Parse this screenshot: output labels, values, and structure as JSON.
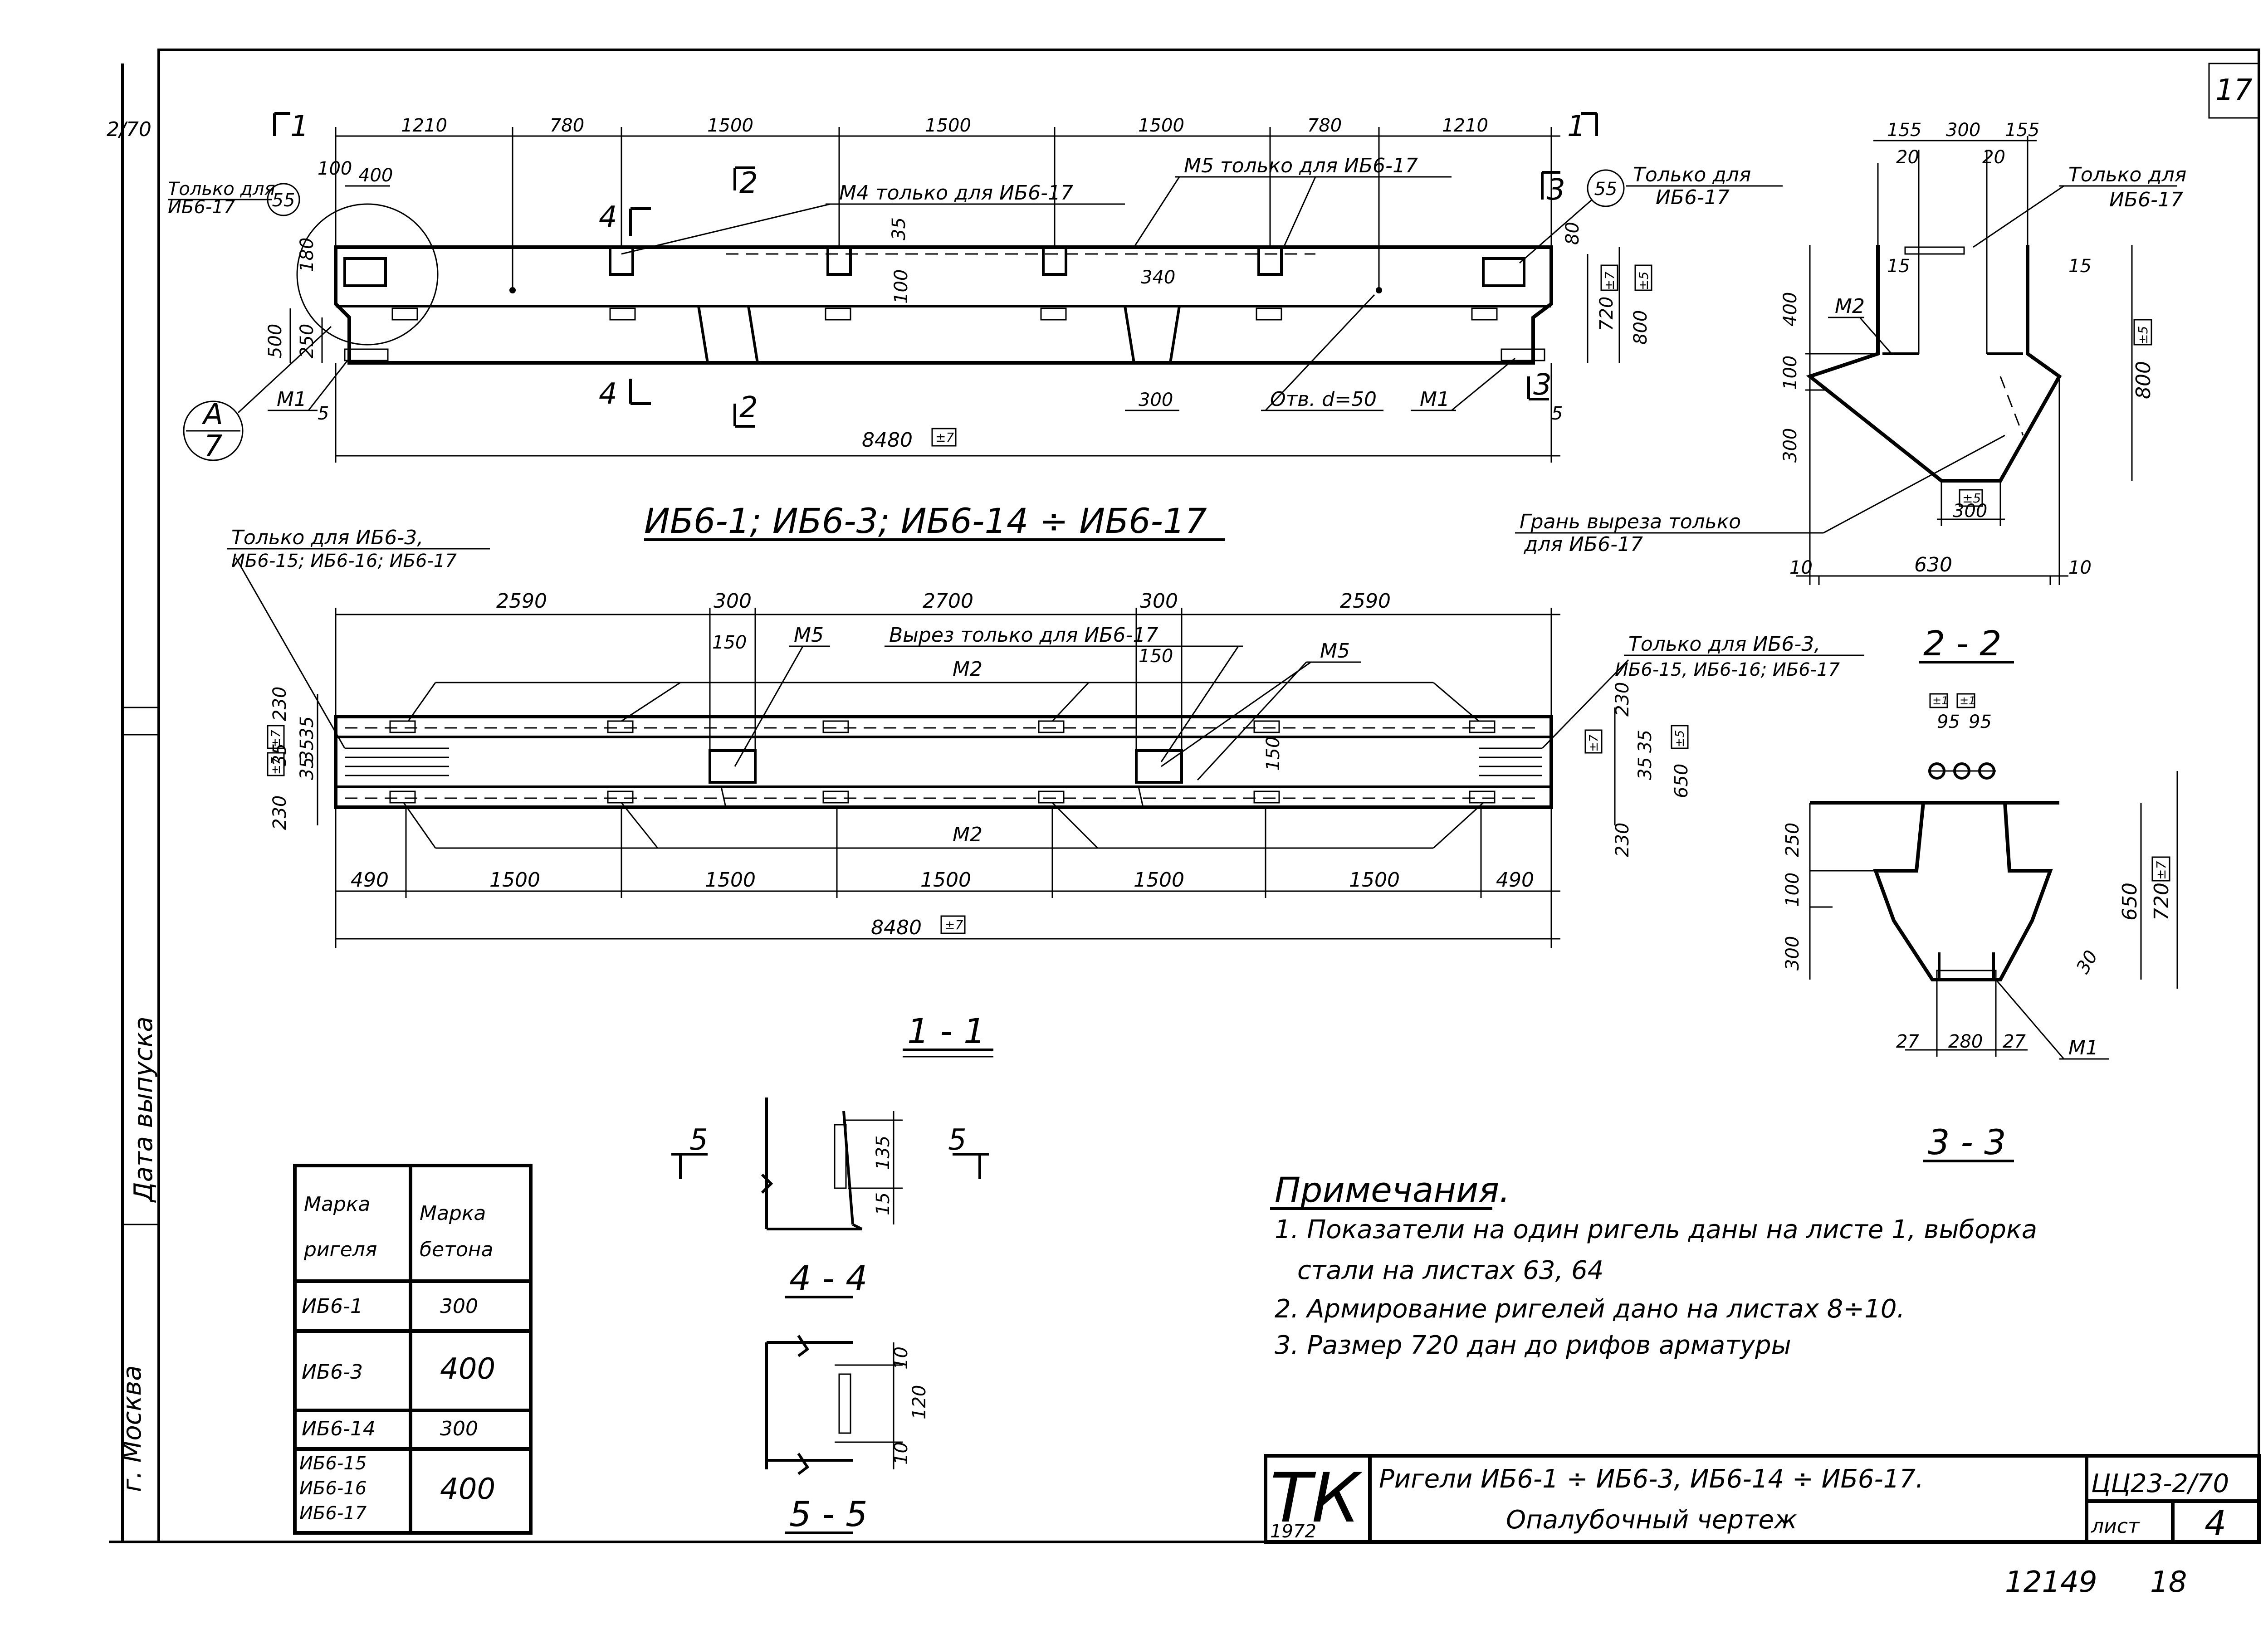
{
  "sheet": {
    "corner_number": "17",
    "edge_fragment": "2/70"
  },
  "elevation": {
    "cut_1_left": "1",
    "cut_1_right": "1",
    "dims_top": [
      "1210",
      "780",
      "1500",
      "1500",
      "1500",
      "780",
      "1210"
    ],
    "cut_2_top": "2",
    "cut_2_bottom": "2",
    "cut_3_top": "3",
    "cut_3_bottom": "3",
    "cut_4_top": "4",
    "cut_4_bottom": "4",
    "only_left_a": "Только для",
    "only_left_b": "ИБ6-17",
    "only_right_a": "Только для",
    "only_right_b": "ИБ6-17",
    "node_left": "55",
    "node_right": "55",
    "m4_note": "М4 только для ИБ6-17",
    "m5_note": "М5 только для ИБ6-17",
    "d400": "400",
    "d100": "100",
    "d180": "180",
    "d500": "500",
    "d250": "250",
    "d35": "35",
    "d100b": "100",
    "d340": "340",
    "d300": "300",
    "d80": "80",
    "d720": "720",
    "d800": "800",
    "d5": "5",
    "d5b": "5",
    "hole": "Отв. d=50",
    "m1_left": "М1",
    "m1_right": "М1",
    "callout_a": "А",
    "callout_7": "7",
    "length": "8480",
    "tol_1": "±7",
    "tol_2": "±5",
    "tol_len": "±7"
  },
  "plan": {
    "title": "ИБ6-1; ИБ6-3; ИБ6-14 ÷ ИБ6-17",
    "only_left_a": "Только для ИБ6-3,",
    "only_left_b": "ИБ6-15; ИБ6-16; ИБ6-17",
    "only_right_a": "Только для ИБ6-3,",
    "only_right_b": "ИБ6-15, ИБ6-16; ИБ6-17",
    "dims_top": [
      "2590",
      "300",
      "2700",
      "300",
      "2590"
    ],
    "d150a": "150",
    "d150b": "150",
    "d150c": "150",
    "m5a": "М5",
    "m5b": "М5",
    "cutout": "Вырез только для ИБ6-17",
    "m2_top": "М2",
    "m2_bottom": "М2",
    "left_dims": [
      "230",
      "35",
      "35",
      "35",
      "35",
      "230"
    ],
    "right_dims": [
      "230",
      "35",
      "35",
      "230"
    ],
    "d650": "650",
    "dims_bottom": [
      "490",
      "1500",
      "1500",
      "1500",
      "1500",
      "1500",
      "490"
    ],
    "length": "8480",
    "tol_1": "±7",
    "tol_2": "±7",
    "tol_3": "±7",
    "tol_4": "±5",
    "tol_len": "±7"
  },
  "section11": {
    "label": "1 - 1",
    "top_dims": [
      "155",
      "300",
      "155"
    ],
    "d20a": "20",
    "d20b": "20",
    "only_a": "Только для",
    "only_b": "ИБ6-17",
    "d15a": "15",
    "d15b": "15",
    "m2": "М2",
    "left_dims": [
      "400",
      "100",
      "300"
    ],
    "d800": "800",
    "tol_5": "±5",
    "tol_b": "±5",
    "d300": "300",
    "edge_note_a": "Грань выреза только",
    "edge_note_b": "для ИБ6-17",
    "d10a": "10",
    "d630": "630",
    "d10b": "10"
  },
  "section22": {
    "label": "2 - 2",
    "tol_a": "±1",
    "tol_b": "±1",
    "d95a": "95",
    "d95b": "95",
    "left_dims": [
      "250",
      "100",
      "300"
    ],
    "d650": "650",
    "d720": "720",
    "tol_r": "±7",
    "d30": "30",
    "d27a": "27",
    "d280": "280",
    "d27b": "27",
    "m1": "М1"
  },
  "section33": {
    "label": "3 - 3"
  },
  "section44": {
    "label": "4 - 4",
    "cut_l": "5",
    "cut_r": "5",
    "d135": "135",
    "d15": "15"
  },
  "section55": {
    "label": "5 - 5",
    "d10a": "10",
    "d120": "120",
    "d10b": "10"
  },
  "table": {
    "h1a": "Марка",
    "h1b": "ригеля",
    "h2a": "Марка",
    "h2b": "бетона",
    "r1a": "ИБ6-1",
    "r1b": "300",
    "r2a": "ИБ6-3",
    "r2b": "400",
    "r3a": "ИБ6-14",
    "r3b": "300",
    "r4a": "ИБ6-15",
    "r4b": "ИБ6-16",
    "r4c": "ИБ6-17",
    "r4v": "400"
  },
  "notes": {
    "title": "Примечания.",
    "n1a": "1. Показатели на один ригель даны на листе 1,  выборка",
    "n1b": "стали на листах 63, 64",
    "n2": "2. Армирование ригелей дано на листах 8÷10.",
    "n3": "3. Размер 720 дан до рифов арматуры"
  },
  "stamp": {
    "logo": "ТК",
    "year": "1972",
    "title1": "Ригели ИБ6-1 ÷ ИБ6-3,  ИБ6-14 ÷ ИБ6-17.",
    "title2": "Опалубочный  чертеж",
    "code": "ЦЦ23-2/70",
    "sheet_label": "лист",
    "sheet_no": "4"
  },
  "margin": {
    "city": "г. Москва",
    "release": "Дата выпуска"
  },
  "footer": {
    "archive": "12149",
    "page": "18"
  }
}
